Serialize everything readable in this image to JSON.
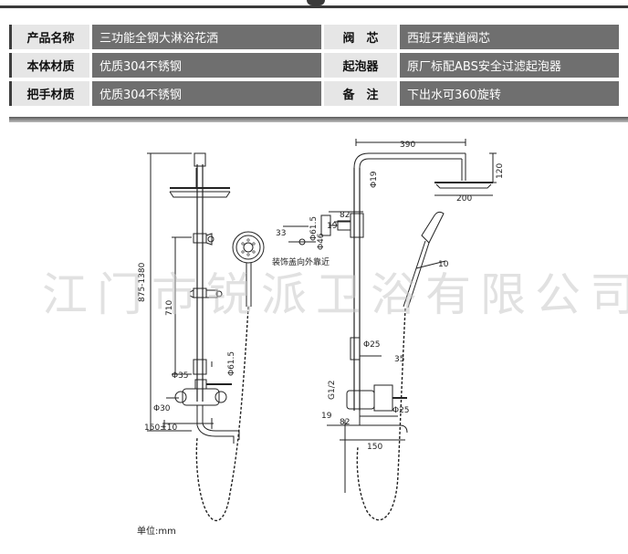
{
  "spec_table": [
    {
      "label": "产品名称",
      "value": "三功能全钢大淋浴花洒",
      "label2": "阀　芯",
      "value2": "西班牙赛道阀芯"
    },
    {
      "label": "本体材质",
      "value": "优质304不锈钢",
      "label2": "起泡器",
      "value2": "原厂标配ABS安全过滤起泡器"
    },
    {
      "label": "把手材质",
      "value": "优质304不锈钢",
      "label2": "备　注",
      "value2": "下出水可360旋转"
    }
  ],
  "watermark": "江门市锐派卫浴有限公司",
  "unit_label": "单位:mm",
  "left_dims": {
    "height_range": "875-1380",
    "slide": "710",
    "phi35": "Φ35",
    "phi615": "Φ61.5",
    "phi30": "Φ30",
    "spacing": "150±10"
  },
  "right_dims": {
    "arm": "390",
    "drop": "120",
    "head": "200",
    "pipe": "Φ19",
    "d33": "33",
    "d82top": "82",
    "d19top": "19",
    "wall_plate_a": "Φ61.5",
    "wall_plate_b": "Φ46",
    "direction_note": "装饰盖向外靠近",
    "hose_angle": "10",
    "d25": "Φ25",
    "d35": "35",
    "thread": "G1/2",
    "d19bot": "19",
    "d82bot": "82",
    "spout_phi": "Φ25",
    "spout_len": "150"
  }
}
